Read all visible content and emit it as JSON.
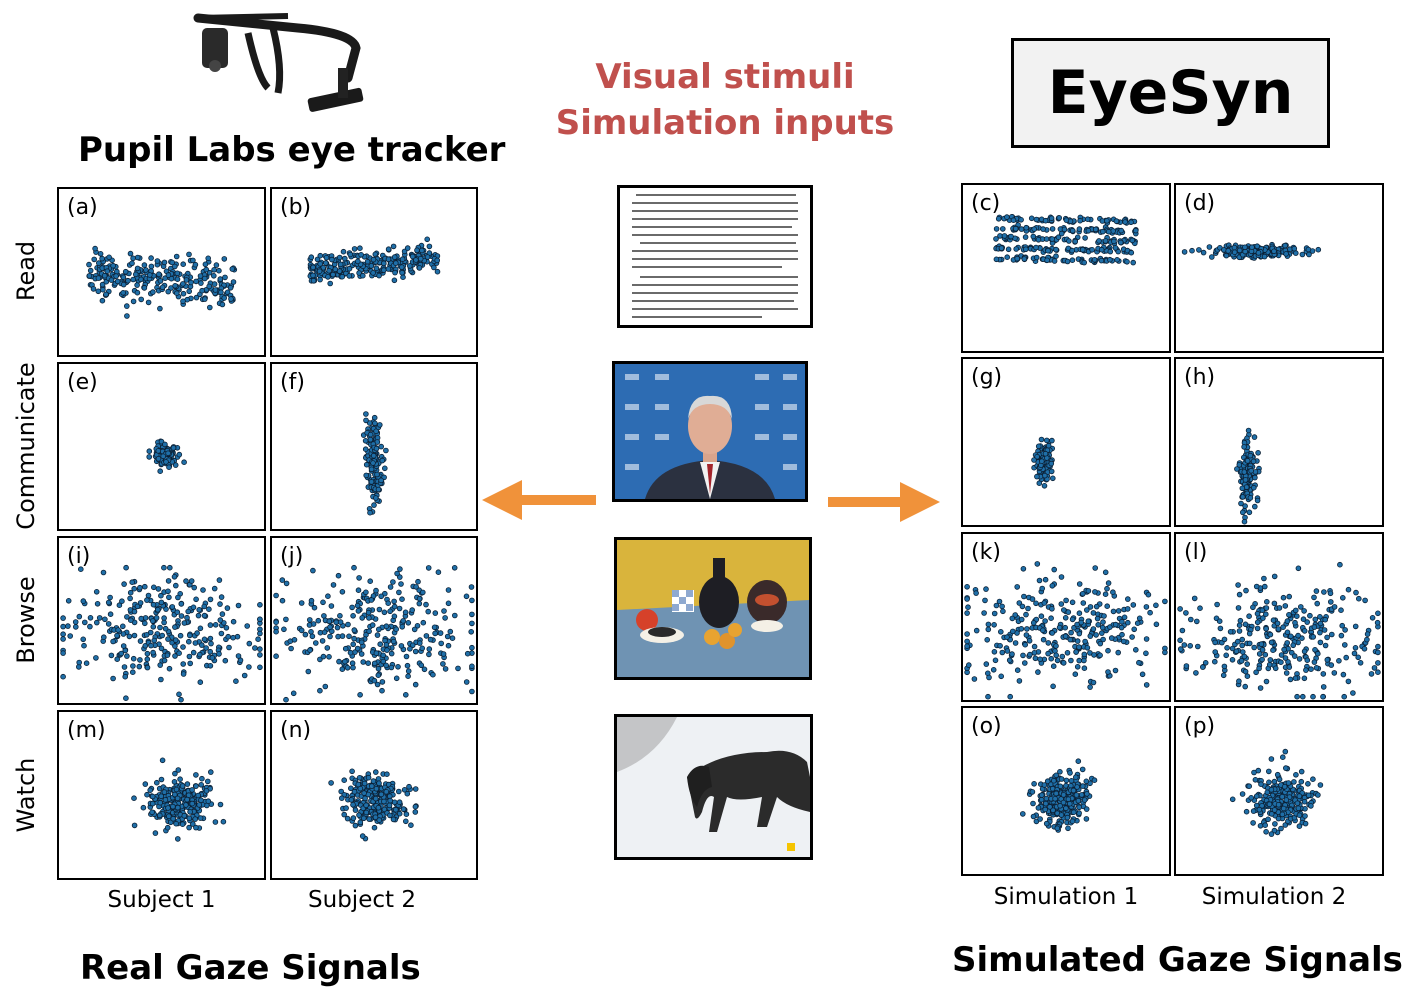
{
  "left": {
    "device_title": "Pupil Labs eye tracker",
    "row_labels": [
      "Read",
      "Communicate",
      "Browse",
      "Watch"
    ],
    "column_labels": [
      "Subject 1",
      "Subject 2"
    ],
    "panel_labels": [
      "(a)",
      "(b)",
      "(e)",
      "(f)",
      "(i)",
      "(j)",
      "(m)",
      "(n)"
    ],
    "footer": "Real Gaze Signals"
  },
  "center": {
    "title_line1": "Visual stimuli",
    "title_line2": "Simulation inputs"
  },
  "right": {
    "box_title": "EyeSyn",
    "column_labels": [
      "Simulation 1",
      "Simulation 2"
    ],
    "panel_labels": [
      "(c)",
      "(d)",
      "(g)",
      "(h)",
      "(k)",
      "(l)",
      "(o)",
      "(p)"
    ],
    "footer": "Simulated Gaze Signals"
  },
  "colors": {
    "stimuli_title": "#c0504d",
    "arrow": "#f0923a",
    "point_fill": "#1f6fa8",
    "point_stroke": "#0b1f33"
  },
  "icons": {
    "device": "eye-tracker-glasses-icon",
    "stimuli": [
      "text-page-stimulus",
      "video-call-stimulus",
      "still-life-painting-stimulus",
      "wolf-in-snow-stimulus"
    ]
  }
}
